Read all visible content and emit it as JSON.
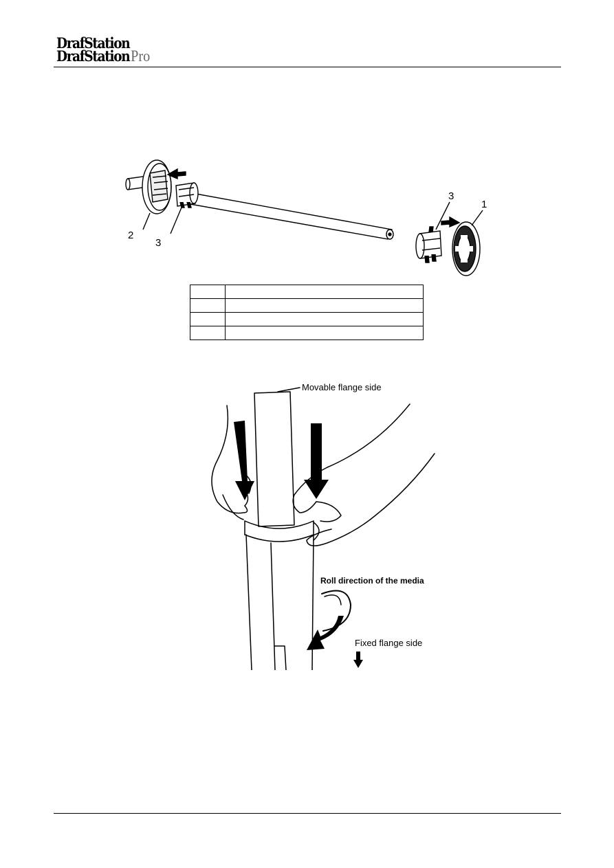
{
  "header": {
    "logo_line1": "DrafStation",
    "logo_line2": "DrafStation",
    "logo_pro": "Pro"
  },
  "figure1": {
    "callouts": [
      "2",
      "3",
      "3",
      "1"
    ]
  },
  "parts_table": {
    "rows": [
      [
        "",
        ""
      ],
      [
        "",
        ""
      ],
      [
        "",
        ""
      ],
      [
        "",
        ""
      ]
    ]
  },
  "figure2": {
    "movable_flange_label": "Movable flange side",
    "roll_direction_label": "Roll direction of the media",
    "fixed_flange_label": "Fixed flange side"
  }
}
